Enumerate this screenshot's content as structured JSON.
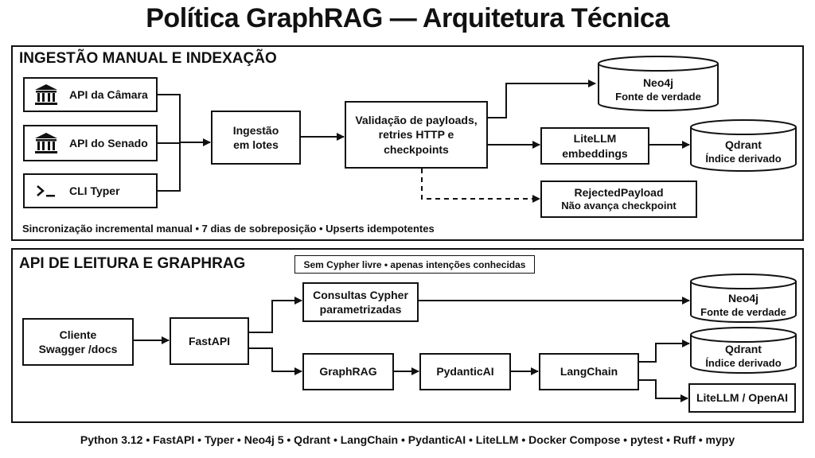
{
  "title": "Política GraphRAG — Arquitetura Técnica",
  "ingest": {
    "panel_title": "INGESTÃO MANUAL E INDEXAÇÃO",
    "sources": {
      "camara": "API da Câmara",
      "senado": "API do Senado",
      "cli": "CLI Typer"
    },
    "batch": {
      "line1": "Ingestão",
      "line2": "em lotes"
    },
    "validation": {
      "line1": "Validação de payloads,",
      "line2": "retries HTTP e",
      "line3": "checkpoints"
    },
    "neo4j": {
      "name": "Neo4j",
      "sub": "Fonte de verdade"
    },
    "litellm": {
      "line1": "LiteLLM",
      "line2": "embeddings"
    },
    "qdrant": {
      "name": "Qdrant",
      "sub": "Índice derivado"
    },
    "rejected": {
      "line1": "RejectedPayload",
      "line2": "Não avança checkpoint"
    },
    "note": "Sincronização incremental manual • 7 dias de sobreposição • Upserts idempotentes"
  },
  "read": {
    "panel_title": "API DE LEITURA E GRAPHRAG",
    "tag": "Sem Cypher livre • apenas intenções conhecidas",
    "client": {
      "line1": "Cliente",
      "line2": "Swagger /docs"
    },
    "fastapi": "FastAPI",
    "cypher": {
      "line1": "Consultas Cypher",
      "line2": "parametrizadas"
    },
    "graphrag": "GraphRAG",
    "pydanticai": "PydanticAI",
    "langchain": "LangChain",
    "neo4j": {
      "name": "Neo4j",
      "sub": "Fonte de verdade"
    },
    "qdrant": {
      "name": "Qdrant",
      "sub": "Índice derivado"
    },
    "litellm_openai": "LiteLLM / OpenAI"
  },
  "footer": "Python 3.12 • FastAPI • Typer • Neo4j 5 • Qdrant • LangChain • PydanticAI • LiteLLM • Docker Compose • pytest • Ruff • mypy",
  "icons": {
    "camara": "institution-icon",
    "senado": "institution-icon",
    "cli": "terminal-prompt-icon"
  }
}
